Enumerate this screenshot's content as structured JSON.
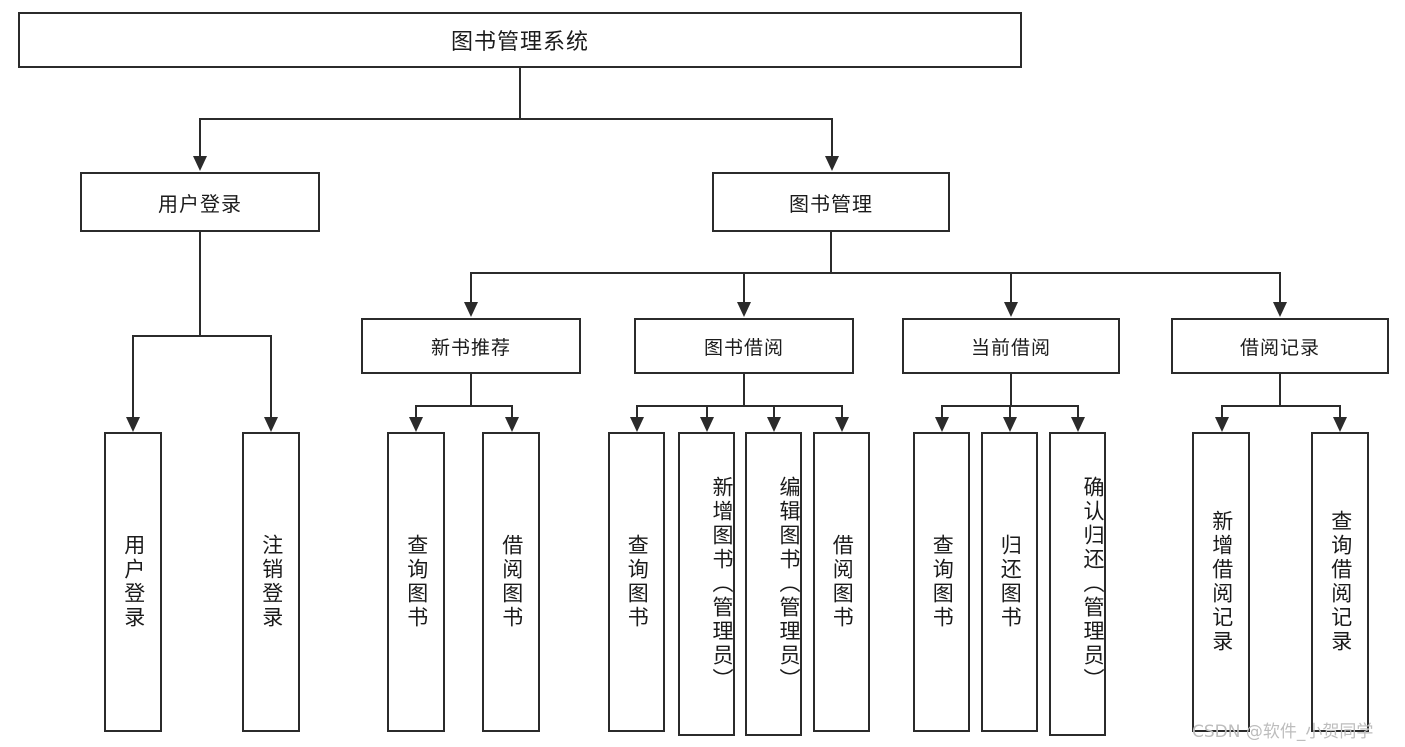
{
  "diagram": {
    "title": "图书管理系统",
    "type": "tree",
    "root": {
      "label": "图书管理系统"
    },
    "level1": [
      {
        "label": "用户登录"
      },
      {
        "label": "图书管理"
      }
    ],
    "level2": [
      {
        "label": "新书推荐"
      },
      {
        "label": "图书借阅"
      },
      {
        "label": "当前借阅"
      },
      {
        "label": "借阅记录"
      }
    ],
    "leaves": {
      "user_login": [
        {
          "label": "用户登录"
        },
        {
          "label": "注销登录"
        }
      ],
      "new_book_recommend": [
        {
          "label": "查询图书"
        },
        {
          "label": "借阅图书"
        }
      ],
      "book_borrow": [
        {
          "label": "查询图书"
        },
        {
          "label": "新增图书（管理员）"
        },
        {
          "label": "编辑图书（管理员）"
        },
        {
          "label": "借阅图书"
        }
      ],
      "current_borrow": [
        {
          "label": "查询图书"
        },
        {
          "label": "归还图书"
        },
        {
          "label": "确认归还（管理员）"
        }
      ],
      "borrow_record": [
        {
          "label": "新增借阅记录"
        },
        {
          "label": "查询借阅记录"
        }
      ]
    }
  },
  "watermark": {
    "text": "CSDN @软件_小贺同学"
  },
  "colors": {
    "stroke": "#2b2b2b",
    "text": "#1b1b1b",
    "background": "#ffffff",
    "watermark": "#bdbdbd"
  }
}
